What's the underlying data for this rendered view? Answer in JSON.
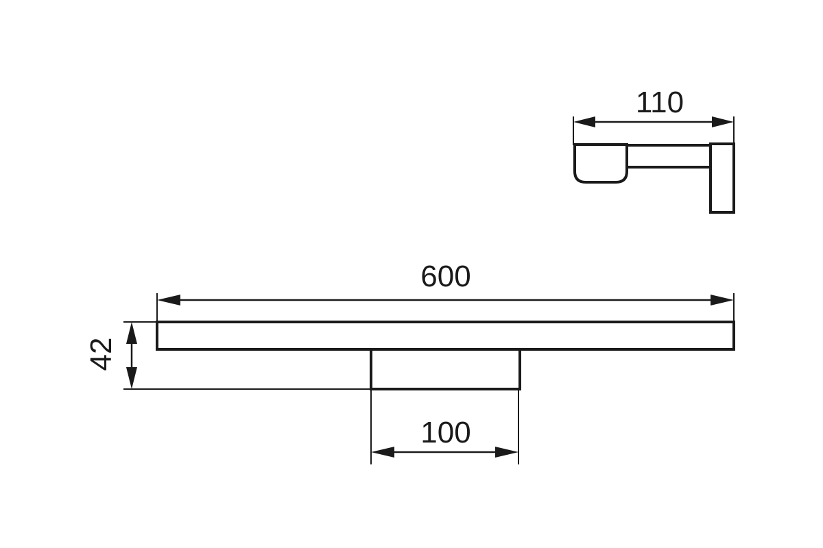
{
  "dimensions": {
    "side_depth": "110",
    "total_length": "600",
    "height": "42",
    "mount_width": "100"
  },
  "colors": {
    "line": "#1a1a1a",
    "background": "#ffffff"
  }
}
